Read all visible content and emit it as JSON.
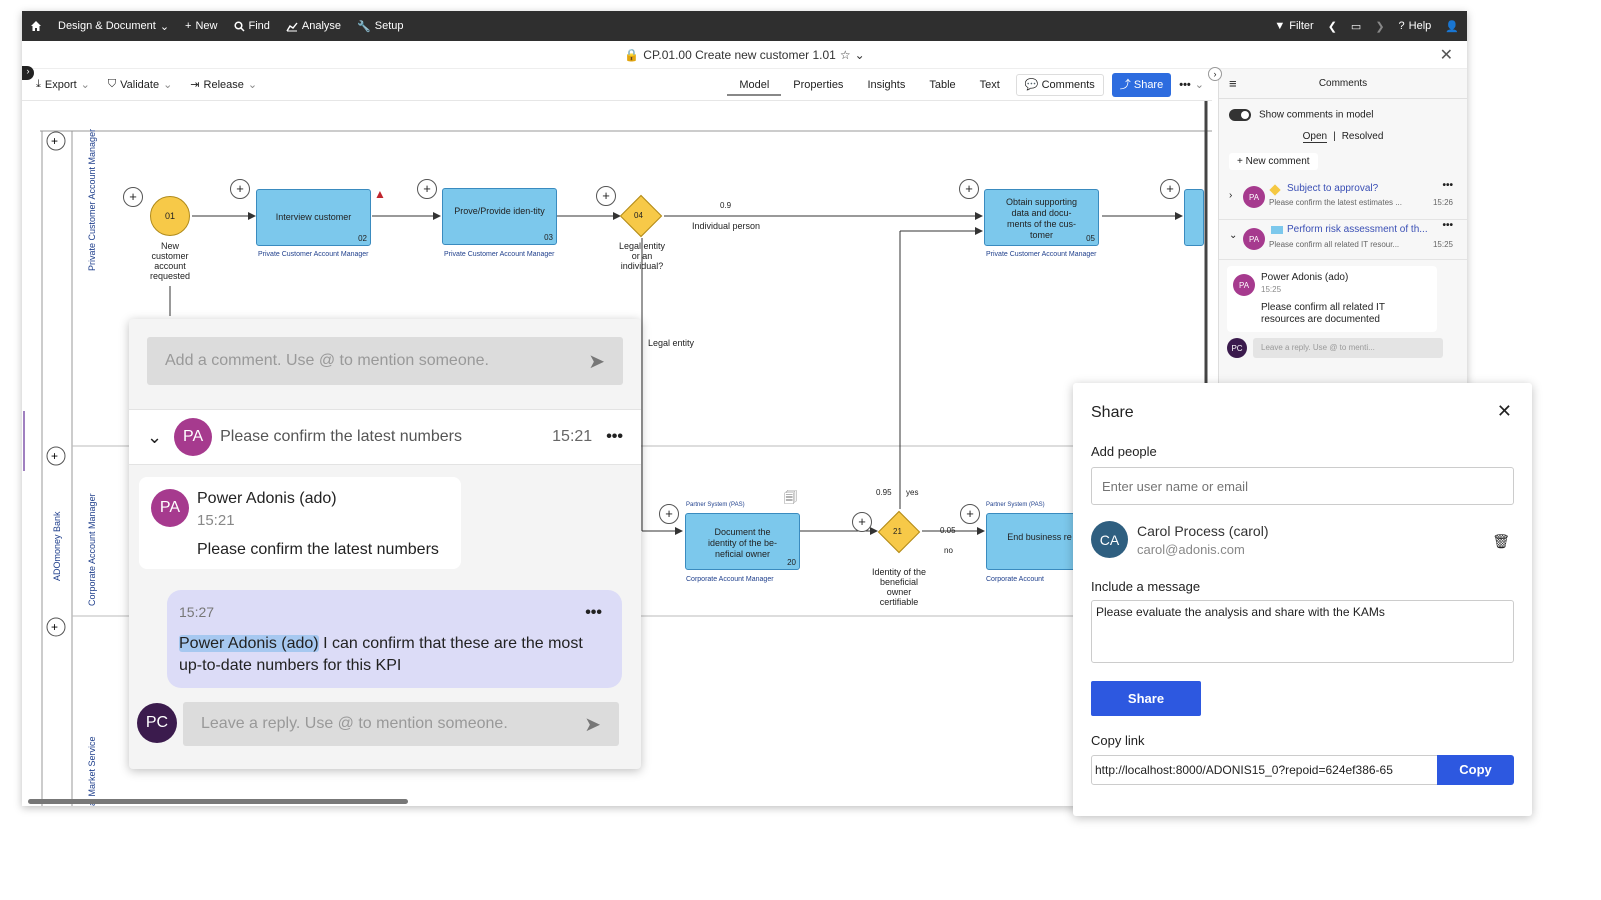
{
  "topbar": {
    "home_icon": "home-icon",
    "menu": "Design & Document",
    "new": "New",
    "find": "Find",
    "analyse": "Analyse",
    "setup": "Setup",
    "filter": "Filter",
    "help": "Help"
  },
  "title": {
    "text": "CP.01.00 Create new customer 1.01"
  },
  "toolbar": {
    "export": "Export",
    "validate": "Validate",
    "release": "Release"
  },
  "tabs": {
    "model": "Model",
    "properties": "Properties",
    "insights": "Insights",
    "table": "Table",
    "text": "Text",
    "comments": "Comments",
    "share": "Share"
  },
  "comments_panel": {
    "title": "Comments",
    "show_comments": "Show comments in model",
    "open": "Open",
    "resolved": "Resolved",
    "new_comment": "New comment",
    "items": [
      {
        "avatar": "PA",
        "title": "Subject to approval?",
        "body": "Please confirm the latest estimates ...",
        "time": "15:26",
        "color": "#f5c842"
      },
      {
        "avatar": "PA",
        "title": "Perform risk assessment of th...",
        "body": "Please confirm all related IT resour...",
        "time": "15:25",
        "color": "#7cc8ec"
      }
    ],
    "expanded": {
      "avatar": "PA",
      "author": "Power Adonis (ado)",
      "time": "15:25",
      "text": "Please confirm all related IT resources are documented"
    },
    "reply_avatar": "PC",
    "reply_placeholder": "Leave a reply. Use @ to menti..."
  },
  "lanes": {
    "lane1": "Private Customer Account Manager",
    "lane2": "Corporate Account Manager",
    "pool": "ADOmoney Bank",
    "lane3": "al Market Service"
  },
  "diagram": {
    "start": {
      "num": "01",
      "label": "New customer account requested"
    },
    "t02": {
      "label": "Interview customer",
      "num": "02",
      "role": "Private Customer Account Manager"
    },
    "t03": {
      "label": "Prove/Provide iden-tity",
      "num": "03",
      "role": "Private Customer Account Manager"
    },
    "g04": {
      "num": "04",
      "label": "Legal entity or an individual?"
    },
    "edge_09": "0.9",
    "edge_ind": "Individual person",
    "edge_legal": "Legal entity",
    "t05": {
      "label": "Obtain supporting data and docu-ments of the cus-tomer",
      "num": "05",
      "role": "Private Customer Account Manager"
    },
    "t20": {
      "system": "Partner System (PAS)",
      "label": "Document the identity of the be-neficial owner",
      "num": "20",
      "role": "Corporate Account Manager"
    },
    "g21": {
      "num": "21",
      "label": "Identity of the beneficial owner certifiable"
    },
    "edge_095": "0.95",
    "edge_yes": "yes",
    "edge_005": "0.05",
    "edge_no": "no",
    "t_end": {
      "system": "Partner System (PAS)",
      "label": "End business re tion",
      "role": "Corporate Account"
    }
  },
  "popup": {
    "input_placeholder": "Add a comment. Use @ to mention someone.",
    "thread": {
      "avatar": "PA",
      "title": "Please confirm the latest numbers",
      "time": "15:21"
    },
    "msg1": {
      "avatar": "PA",
      "author": "Power Adonis (ado)",
      "time": "15:21",
      "text": "Please confirm the latest numbers"
    },
    "msg2": {
      "time": "15:27",
      "mention": "Power Adonis (ado)",
      "text": " I can confirm that these are the most up-to-date numbers for this KPI"
    },
    "reply_avatar": "PC",
    "reply_placeholder": "Leave a reply. Use @ to mention someone."
  },
  "share": {
    "title": "Share",
    "add_people": "Add people",
    "add_placeholder": "Enter user name or email",
    "person": {
      "avatar": "CA",
      "name": "Carol Process (carol)",
      "email": "carol@adonis.com"
    },
    "include_message": "Include a message",
    "message": "Please evaluate the analysis and share with the KAMs",
    "share_button": "Share",
    "copy_link": "Copy link",
    "link": "http://localhost:8000/ADONIS15_0?repoid=624ef386-65",
    "copy_button": "Copy"
  }
}
